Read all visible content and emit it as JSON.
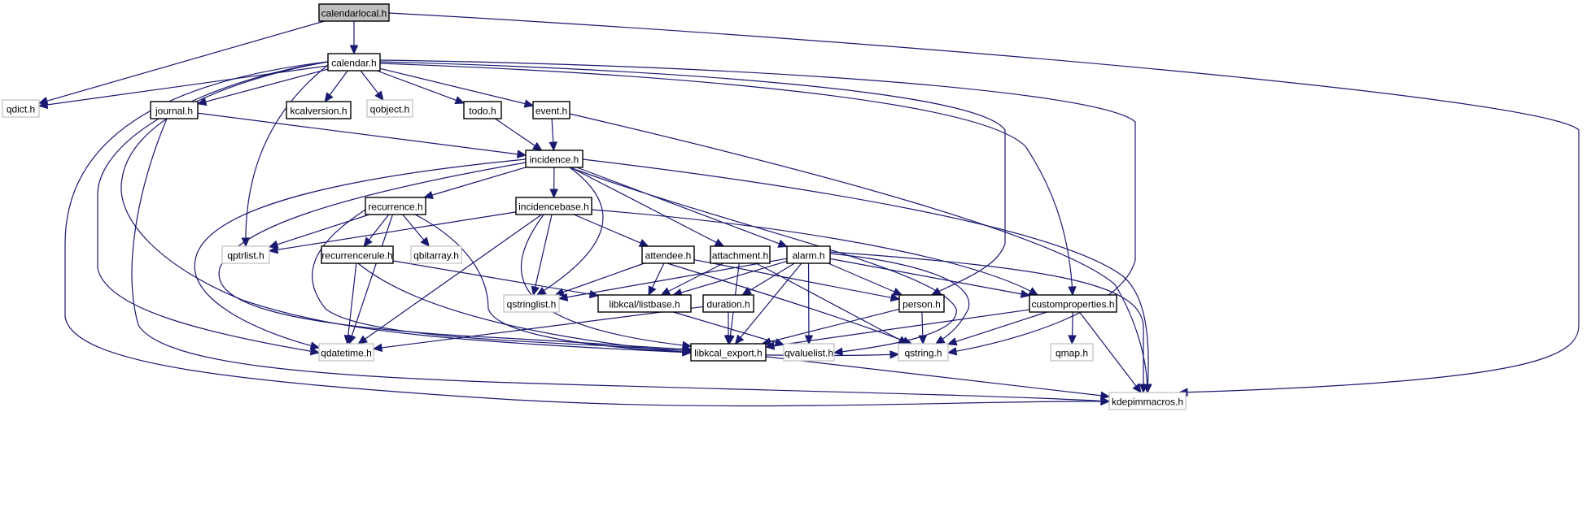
{
  "title": "calendarlocal.h include dependency graph",
  "colors": {
    "edge": "#191970",
    "root_fill": "#bfbfbf",
    "internal_border": "#000000",
    "external_border": "#bfbfbf"
  },
  "nodes": [
    {
      "id": "calendarlocal",
      "label": "calendarlocal.h",
      "kind": "root"
    },
    {
      "id": "calendar",
      "label": "calendar.h",
      "kind": "internal"
    },
    {
      "id": "qdict",
      "label": "qdict.h",
      "kind": "external"
    },
    {
      "id": "journal",
      "label": "journal.h",
      "kind": "internal"
    },
    {
      "id": "kcalversion",
      "label": "kcalversion.h",
      "kind": "internal"
    },
    {
      "id": "qobject",
      "label": "qobject.h",
      "kind": "external"
    },
    {
      "id": "todo",
      "label": "todo.h",
      "kind": "internal"
    },
    {
      "id": "event",
      "label": "event.h",
      "kind": "internal"
    },
    {
      "id": "incidence",
      "label": "incidence.h",
      "kind": "internal"
    },
    {
      "id": "recurrence",
      "label": "recurrence.h",
      "kind": "internal"
    },
    {
      "id": "incidencebase",
      "label": "incidencebase.h",
      "kind": "internal"
    },
    {
      "id": "qptrlist",
      "label": "qptrlist.h",
      "kind": "external"
    },
    {
      "id": "recurrencerule",
      "label": "recurrencerule.h",
      "kind": "internal"
    },
    {
      "id": "qbitarray",
      "label": "qbitarray.h",
      "kind": "external"
    },
    {
      "id": "attendee",
      "label": "attendee.h",
      "kind": "internal"
    },
    {
      "id": "attachment",
      "label": "attachment.h",
      "kind": "internal"
    },
    {
      "id": "alarm",
      "label": "alarm.h",
      "kind": "internal"
    },
    {
      "id": "qstringlist",
      "label": "qstringlist.h",
      "kind": "external"
    },
    {
      "id": "listbase",
      "label": "libkcal/listbase.h",
      "kind": "internal"
    },
    {
      "id": "duration",
      "label": "duration.h",
      "kind": "internal"
    },
    {
      "id": "person",
      "label": "person.h",
      "kind": "internal"
    },
    {
      "id": "customproperties",
      "label": "customproperties.h",
      "kind": "internal"
    },
    {
      "id": "qdatetime",
      "label": "qdatetime.h",
      "kind": "external"
    },
    {
      "id": "libkcal_export",
      "label": "libkcal_export.h",
      "kind": "internal"
    },
    {
      "id": "qvaluelist",
      "label": "qvaluelist.h",
      "kind": "external"
    },
    {
      "id": "qstring",
      "label": "qstring.h",
      "kind": "external"
    },
    {
      "id": "qmap",
      "label": "qmap.h",
      "kind": "external"
    },
    {
      "id": "kdepimmacros",
      "label": "kdepimmacros.h",
      "kind": "external"
    }
  ],
  "edges": [
    [
      "calendarlocal",
      "calendar"
    ],
    [
      "calendarlocal",
      "qdict"
    ],
    [
      "calendarlocal",
      "kdepimmacros"
    ],
    [
      "calendar",
      "qdict"
    ],
    [
      "calendar",
      "journal"
    ],
    [
      "calendar",
      "kcalversion"
    ],
    [
      "calendar",
      "qobject"
    ],
    [
      "calendar",
      "todo"
    ],
    [
      "calendar",
      "event"
    ],
    [
      "calendar",
      "qptrlist"
    ],
    [
      "calendar",
      "qdatetime"
    ],
    [
      "calendar",
      "libkcal_export"
    ],
    [
      "calendar",
      "kdepimmacros"
    ],
    [
      "calendar",
      "person"
    ],
    [
      "calendar",
      "customproperties"
    ],
    [
      "calendar",
      "qstring"
    ],
    [
      "journal",
      "incidence"
    ],
    [
      "journal",
      "kdepimmacros"
    ],
    [
      "todo",
      "incidence"
    ],
    [
      "event",
      "incidence"
    ],
    [
      "event",
      "kdepimmacros"
    ],
    [
      "incidence",
      "recurrence"
    ],
    [
      "incidence",
      "incidencebase"
    ],
    [
      "incidence",
      "attachment"
    ],
    [
      "incidence",
      "alarm"
    ],
    [
      "incidence",
      "qstringlist"
    ],
    [
      "incidence",
      "qvaluelist"
    ],
    [
      "incidence",
      "qdatetime"
    ],
    [
      "incidence",
      "libkcal_export"
    ],
    [
      "incidence",
      "kdepimmacros"
    ],
    [
      "recurrence",
      "qptrlist"
    ],
    [
      "recurrence",
      "recurrencerule"
    ],
    [
      "recurrence",
      "qbitarray"
    ],
    [
      "recurrence",
      "libkcal_export"
    ],
    [
      "recurrence",
      "qdatetime"
    ],
    [
      "recurrence",
      "qstring"
    ],
    [
      "incidencebase",
      "qptrlist"
    ],
    [
      "incidencebase",
      "attendee"
    ],
    [
      "incidencebase",
      "customproperties"
    ],
    [
      "incidencebase",
      "qstringlist"
    ],
    [
      "incidencebase",
      "qdatetime"
    ],
    [
      "incidencebase",
      "libkcal_export"
    ],
    [
      "recurrencerule",
      "qdatetime"
    ],
    [
      "recurrencerule",
      "listbase"
    ],
    [
      "recurrencerule",
      "libkcal_export"
    ],
    [
      "attendee",
      "qstringlist"
    ],
    [
      "attendee",
      "listbase"
    ],
    [
      "attendee",
      "person"
    ],
    [
      "attendee",
      "qstring"
    ],
    [
      "attachment",
      "listbase"
    ],
    [
      "attachment",
      "libkcal_export"
    ],
    [
      "attachment",
      "qstring"
    ],
    [
      "alarm",
      "qstringlist"
    ],
    [
      "alarm",
      "listbase"
    ],
    [
      "alarm",
      "duration"
    ],
    [
      "alarm",
      "person"
    ],
    [
      "alarm",
      "customproperties"
    ],
    [
      "alarm",
      "qvaluelist"
    ],
    [
      "alarm",
      "libkcal_export"
    ],
    [
      "alarm",
      "qstring"
    ],
    [
      "alarm",
      "kdepimmacros"
    ],
    [
      "listbase",
      "qvaluelist"
    ],
    [
      "duration",
      "qdatetime"
    ],
    [
      "duration",
      "libkcal_export"
    ],
    [
      "person",
      "libkcal_export"
    ],
    [
      "person",
      "qstring"
    ],
    [
      "customproperties",
      "qmap"
    ],
    [
      "customproperties",
      "qstring"
    ],
    [
      "customproperties",
      "libkcal_export"
    ],
    [
      "customproperties",
      "kdepimmacros"
    ],
    [
      "libkcal_export",
      "kdepimmacros"
    ]
  ]
}
